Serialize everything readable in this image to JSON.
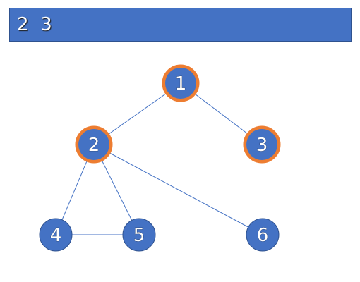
{
  "header": {
    "text": "2  3",
    "color": "#4472c4"
  },
  "graph": {
    "node_fill": "#4472c4",
    "node_border": "#2f528f",
    "highlight_color": "#ed7d31",
    "edge_color": "#4472c4",
    "nodes": [
      {
        "id": "1",
        "label": "1",
        "highlighted": true
      },
      {
        "id": "2",
        "label": "2",
        "highlighted": true
      },
      {
        "id": "3",
        "label": "3",
        "highlighted": true
      },
      {
        "id": "4",
        "label": "4",
        "highlighted": false
      },
      {
        "id": "5",
        "label": "5",
        "highlighted": false
      },
      {
        "id": "6",
        "label": "6",
        "highlighted": false
      }
    ],
    "edges": [
      [
        "1",
        "2"
      ],
      [
        "1",
        "3"
      ],
      [
        "2",
        "4"
      ],
      [
        "2",
        "5"
      ],
      [
        "2",
        "6"
      ],
      [
        "4",
        "5"
      ]
    ]
  }
}
